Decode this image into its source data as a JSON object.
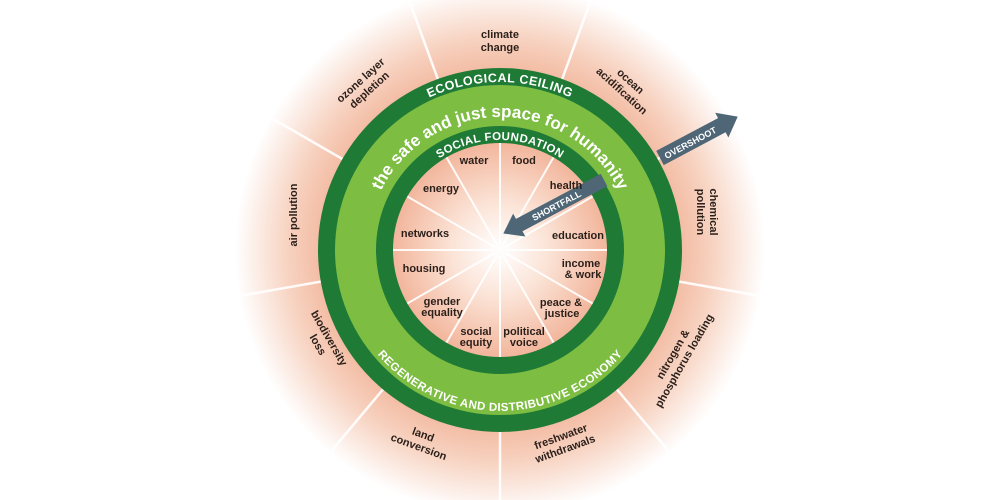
{
  "colors": {
    "dark_green": "#1f7a36",
    "light_green": "#7dbd42",
    "halo": "#f2b9a0",
    "arrow": "#4e6676",
    "label": "#2b1f1a"
  },
  "rings": {
    "outer_band": "ECOLOGICAL CEILING",
    "middle_band": "the safe and just space for humanity",
    "inner_band": "SOCIAL FOUNDATION",
    "bottom_band": "REGENERATIVE AND DISTRIBUTIVE ECONOMY"
  },
  "arrows": {
    "overshoot": "OVERSHOOT",
    "shortfall": "SHORTFALL"
  },
  "ecological_ceiling": [
    {
      "line1": "climate",
      "line2": "change"
    },
    {
      "line1": "ocean",
      "line2": "acidification"
    },
    {
      "line1": "chemical",
      "line2": "pollution"
    },
    {
      "line1": "nitrogen &",
      "line2": "phosphorus loading"
    },
    {
      "line1": "freshwater",
      "line2": "withdrawals"
    },
    {
      "line1": "land",
      "line2": "conversion"
    },
    {
      "line1": "biodiversity",
      "line2": "loss"
    },
    {
      "line1": "air pollution",
      "line2": ""
    },
    {
      "line1": "ozone layer",
      "line2": "depletion"
    }
  ],
  "social_foundation": [
    {
      "line1": "water",
      "line2": ""
    },
    {
      "line1": "food",
      "line2": ""
    },
    {
      "line1": "health",
      "line2": ""
    },
    {
      "line1": "education",
      "line2": ""
    },
    {
      "line1": "income",
      "line2": "& work"
    },
    {
      "line1": "peace &",
      "line2": "justice"
    },
    {
      "line1": "political",
      "line2": "voice"
    },
    {
      "line1": "social",
      "line2": "equity"
    },
    {
      "line1": "gender",
      "line2": "equality"
    },
    {
      "line1": "housing",
      "line2": ""
    },
    {
      "line1": "networks",
      "line2": ""
    },
    {
      "line1": "energy",
      "line2": ""
    }
  ]
}
